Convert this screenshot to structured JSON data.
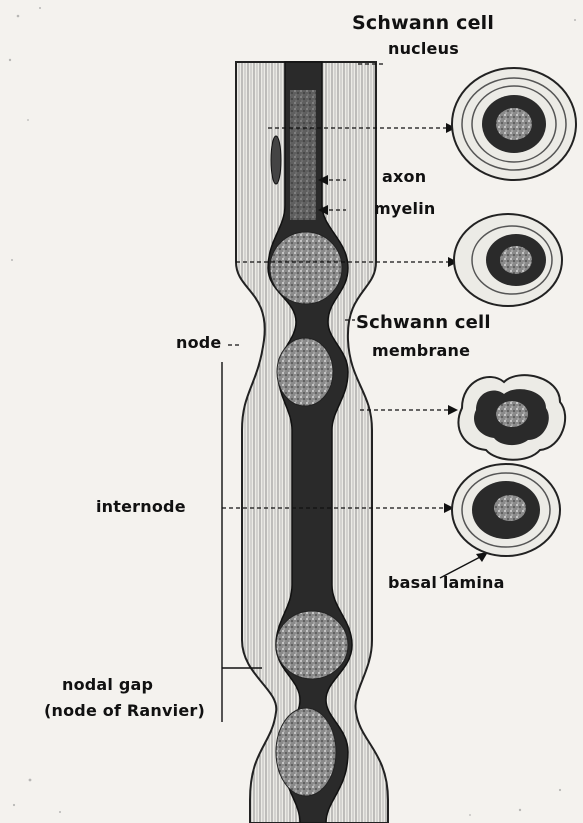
{
  "labels": {
    "schwann_nucleus_line1": "Schwann cell",
    "schwann_nucleus_line2": "nucleus",
    "axon": "axon",
    "myelin": "myelin",
    "node": "node",
    "schwann_membrane_line1": "Schwann cell",
    "schwann_membrane_line2": "membrane",
    "internode": "internode",
    "basal_lamina": "basal lamina",
    "nodal_gap_line1": "nodal gap",
    "nodal_gap_line2": "(node of Ranvier)"
  },
  "colors": {
    "background": "#f4f2ee",
    "ink": "#111111",
    "axoplasm": "#2a2a2a",
    "myelin_fill": "#ecebe6"
  }
}
